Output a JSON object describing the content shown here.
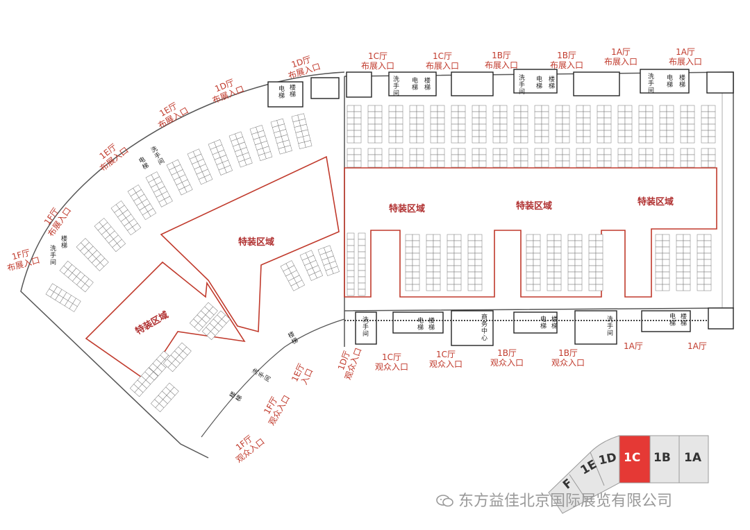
{
  "zones": {
    "special_1": "特装区域",
    "special_2": "特装区域",
    "special_3": "特装区域",
    "special_4": "特装区域",
    "special_5": "特装区域"
  },
  "facilities": {
    "restroom": "洗\n手\n间",
    "elevator": "电\n梯",
    "stairs": "楼\n梯",
    "business_center": "商\n务\n中\n心"
  },
  "entrances_top": [
    {
      "hall": "1C厅",
      "label": "布展入口"
    },
    {
      "hall": "1C厅",
      "label": "布展入口"
    },
    {
      "hall": "1B厅",
      "label": "布展入口"
    },
    {
      "hall": "1B厅",
      "label": "布展入口"
    },
    {
      "hall": "1A厅",
      "label": "布展入口"
    },
    {
      "hall": "1A厅",
      "label": "布展入口"
    }
  ],
  "entrances_left": [
    {
      "hall": "1D厅",
      "label": "布展入口"
    },
    {
      "hall": "1D厅",
      "label": "布展入口"
    },
    {
      "hall": "1E厅",
      "label": "布展入口"
    },
    {
      "hall": "1E厅",
      "label": "布展入口"
    },
    {
      "hall": "1F厅",
      "label": "布展入口"
    },
    {
      "hall": "1F厅",
      "label": "布展入口"
    }
  ],
  "entrances_bottom": [
    {
      "hall": "1C厅",
      "label": "观众入口"
    },
    {
      "hall": "1C厅",
      "label": "观众入口"
    },
    {
      "hall": "1B厅",
      "label": "观众入口"
    },
    {
      "hall": "1B厅",
      "label": "观众入口"
    },
    {
      "hall": "1A厅",
      "label": ""
    },
    {
      "hall": "1A厅",
      "label": ""
    }
  ],
  "entrances_bottom_left": [
    {
      "hall": "1D厅",
      "label": "观众入口"
    },
    {
      "hall": "1E厅",
      "label": "入口"
    },
    {
      "hall": "1F厅",
      "label": "观众入口"
    },
    {
      "hall": "1F厅",
      "label": "观众入口"
    }
  ],
  "hall_selector": {
    "tabs": [
      "F",
      "1E",
      "1D",
      "1C",
      "1B",
      "1A"
    ],
    "active": "1C",
    "active_color": "#e53935"
  },
  "watermark": "东方益佳北京国际展览有限公司",
  "colors": {
    "accent_red": "#c0392b",
    "line": "#555555"
  }
}
